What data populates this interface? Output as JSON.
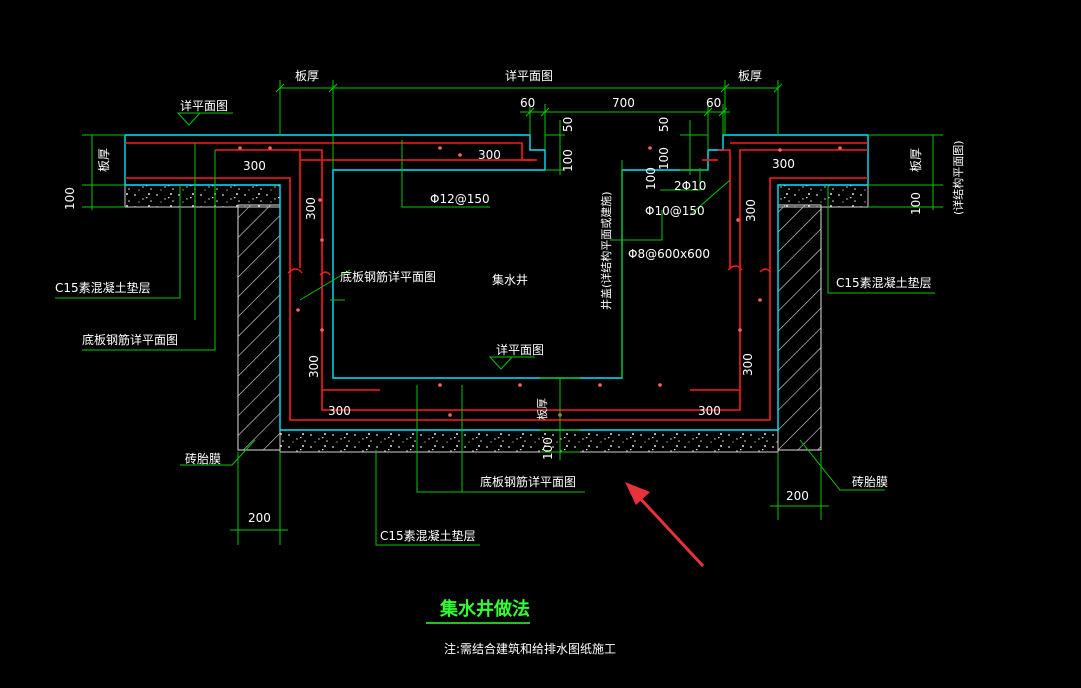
{
  "colors": {
    "background": "#000000",
    "dimension": "#00c800",
    "outline": "#00e5ff",
    "rebar": "#ff1a1a",
    "text": "#ffffff",
    "title": "#33ff33",
    "arrow": "#e8323a"
  },
  "dims": {
    "top_left_thickness": "板厚",
    "top_plan_detail": "详平面图",
    "top_right_thickness": "板厚",
    "d60_left": "60",
    "d700": "700",
    "d60_right": "60",
    "d50_left": "50",
    "d50_right": "50",
    "d100_left": "100",
    "d100_right": "100",
    "d100_center_r": "100",
    "left_slab_thick": "板厚",
    "left_100": "100",
    "right_slab_thick": "板厚",
    "right_100": "100",
    "right_plan_note": "(详结构平面图)",
    "bottom_100": "100",
    "bottom_slab_thick": "板厚",
    "d200_left": "200",
    "d200_right": "200"
  },
  "labels": {
    "plan_detail_left": "详平面图",
    "bar_top_left_300": "300",
    "bar_top_mid_300": "300",
    "bar_top_right_300": "300",
    "bar_left_300": "300",
    "bar_right_300": "300",
    "bar_left_low_300": "300",
    "bar_right_low_300": "300",
    "bar_bottom_left_300": "300",
    "bar_bottom_right_300": "300",
    "rebar_phi12": "Φ12@150",
    "rebar_2phi10": "2Φ10",
    "rebar_phi10": "Φ10@150",
    "rebar_phi8": "Φ8@600x600",
    "well_name": "集水井",
    "vertical_note": "井盖(详结构平面或建施)",
    "floor_rebar_inside": "底板钢筋详平面图",
    "plan_detail_bottom": "详平面图",
    "c15_left": "C15素混凝土垫层",
    "floor_rebar_left": "底板钢筋详平面图",
    "brick_left": "砖胎膜",
    "floor_rebar_bottom": "底板钢筋详平面图",
    "c15_bottom": "C15素混凝土垫层",
    "c15_right": "C15素混凝土垫层",
    "brick_right": "砖胎膜"
  },
  "title": "集水井做法",
  "note": "注:需结合建筑和给排水图纸施工"
}
